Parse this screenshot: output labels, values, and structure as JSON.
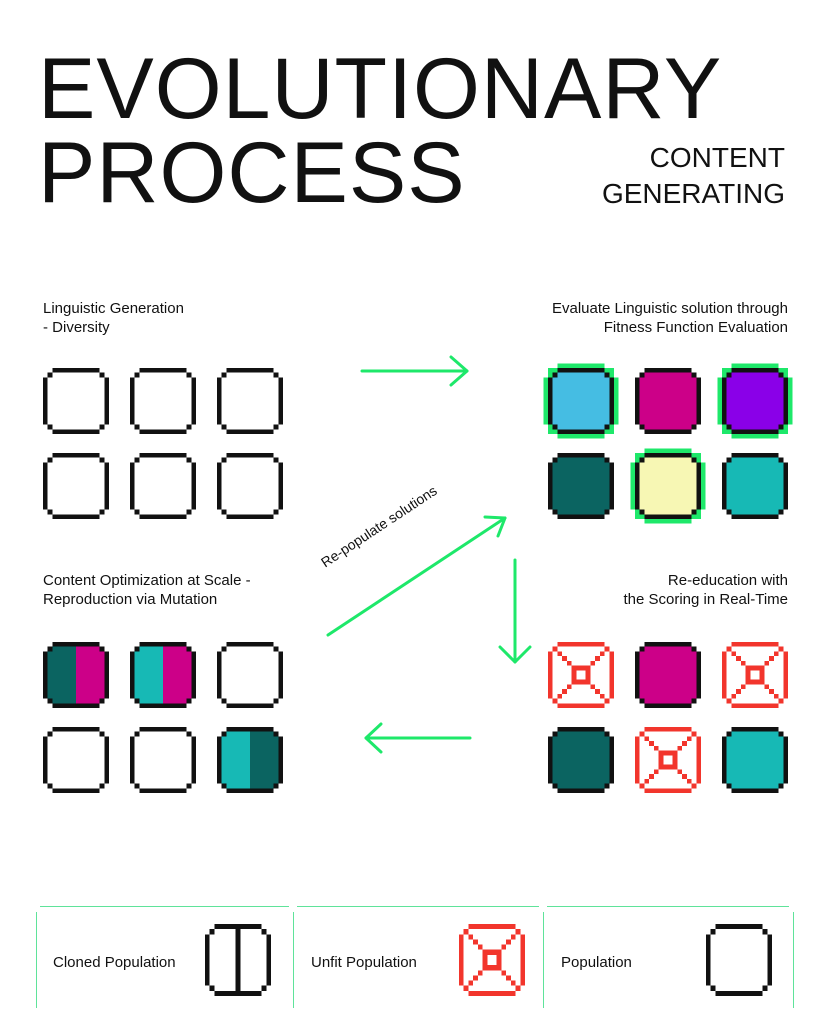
{
  "header": {
    "title_line1": "EVOLUTIONARY",
    "title_line2": "PROCESS",
    "subtitle_line1": "CONTENT",
    "subtitle_line2": "GENERATING"
  },
  "stages": {
    "generation": {
      "line1": "Linguistic Generation",
      "line2": "- Diversity"
    },
    "evaluation": {
      "line1": "Evaluate Linguistic solution through",
      "line2": "Fitness Function Evaluation"
    },
    "optimization": {
      "line1": "Content Optimization at Scale -",
      "line2": "Reproduction via Mutation"
    },
    "reeducation": {
      "line1": "Re-education with",
      "line2": "the Scoring in Real-Time"
    }
  },
  "arrow_label": "Re-populate solutions",
  "colors": {
    "accent_green": "#1ee86a",
    "unfit_red": "#f2352c",
    "sky": "#45bde3",
    "magenta": "#cc0088",
    "purple": "#8a00e8",
    "dark_teal": "#0b6461",
    "pale_yellow": "#f7f7b4",
    "teal": "#17b9b5"
  },
  "grids": {
    "generation": [
      {
        "type": "empty"
      },
      {
        "type": "empty"
      },
      {
        "type": "empty"
      },
      {
        "type": "empty"
      },
      {
        "type": "empty"
      },
      {
        "type": "empty"
      }
    ],
    "evaluation": [
      {
        "type": "fill",
        "color": "sky",
        "fit": true
      },
      {
        "type": "fill",
        "color": "magenta",
        "fit": false
      },
      {
        "type": "fill",
        "color": "purple",
        "fit": true
      },
      {
        "type": "fill",
        "color": "dark_teal",
        "fit": false
      },
      {
        "type": "fill",
        "color": "pale_yellow",
        "fit": true
      },
      {
        "type": "fill",
        "color": "teal",
        "fit": false
      }
    ],
    "optimization": [
      {
        "type": "split",
        "left": "dark_teal",
        "right": "magenta"
      },
      {
        "type": "split",
        "left": "teal",
        "right": "magenta"
      },
      {
        "type": "empty"
      },
      {
        "type": "empty"
      },
      {
        "type": "empty"
      },
      {
        "type": "split",
        "left": "teal",
        "right": "dark_teal"
      }
    ],
    "reeducation": [
      {
        "type": "unfit"
      },
      {
        "type": "fill",
        "color": "magenta"
      },
      {
        "type": "unfit"
      },
      {
        "type": "fill",
        "color": "dark_teal"
      },
      {
        "type": "unfit"
      },
      {
        "type": "fill",
        "color": "teal"
      }
    ]
  },
  "legend": [
    {
      "label": "Cloned Population",
      "icon": "cloned"
    },
    {
      "label": "Unfit Population",
      "icon": "unfit"
    },
    {
      "label": "Population",
      "icon": "empty"
    }
  ]
}
